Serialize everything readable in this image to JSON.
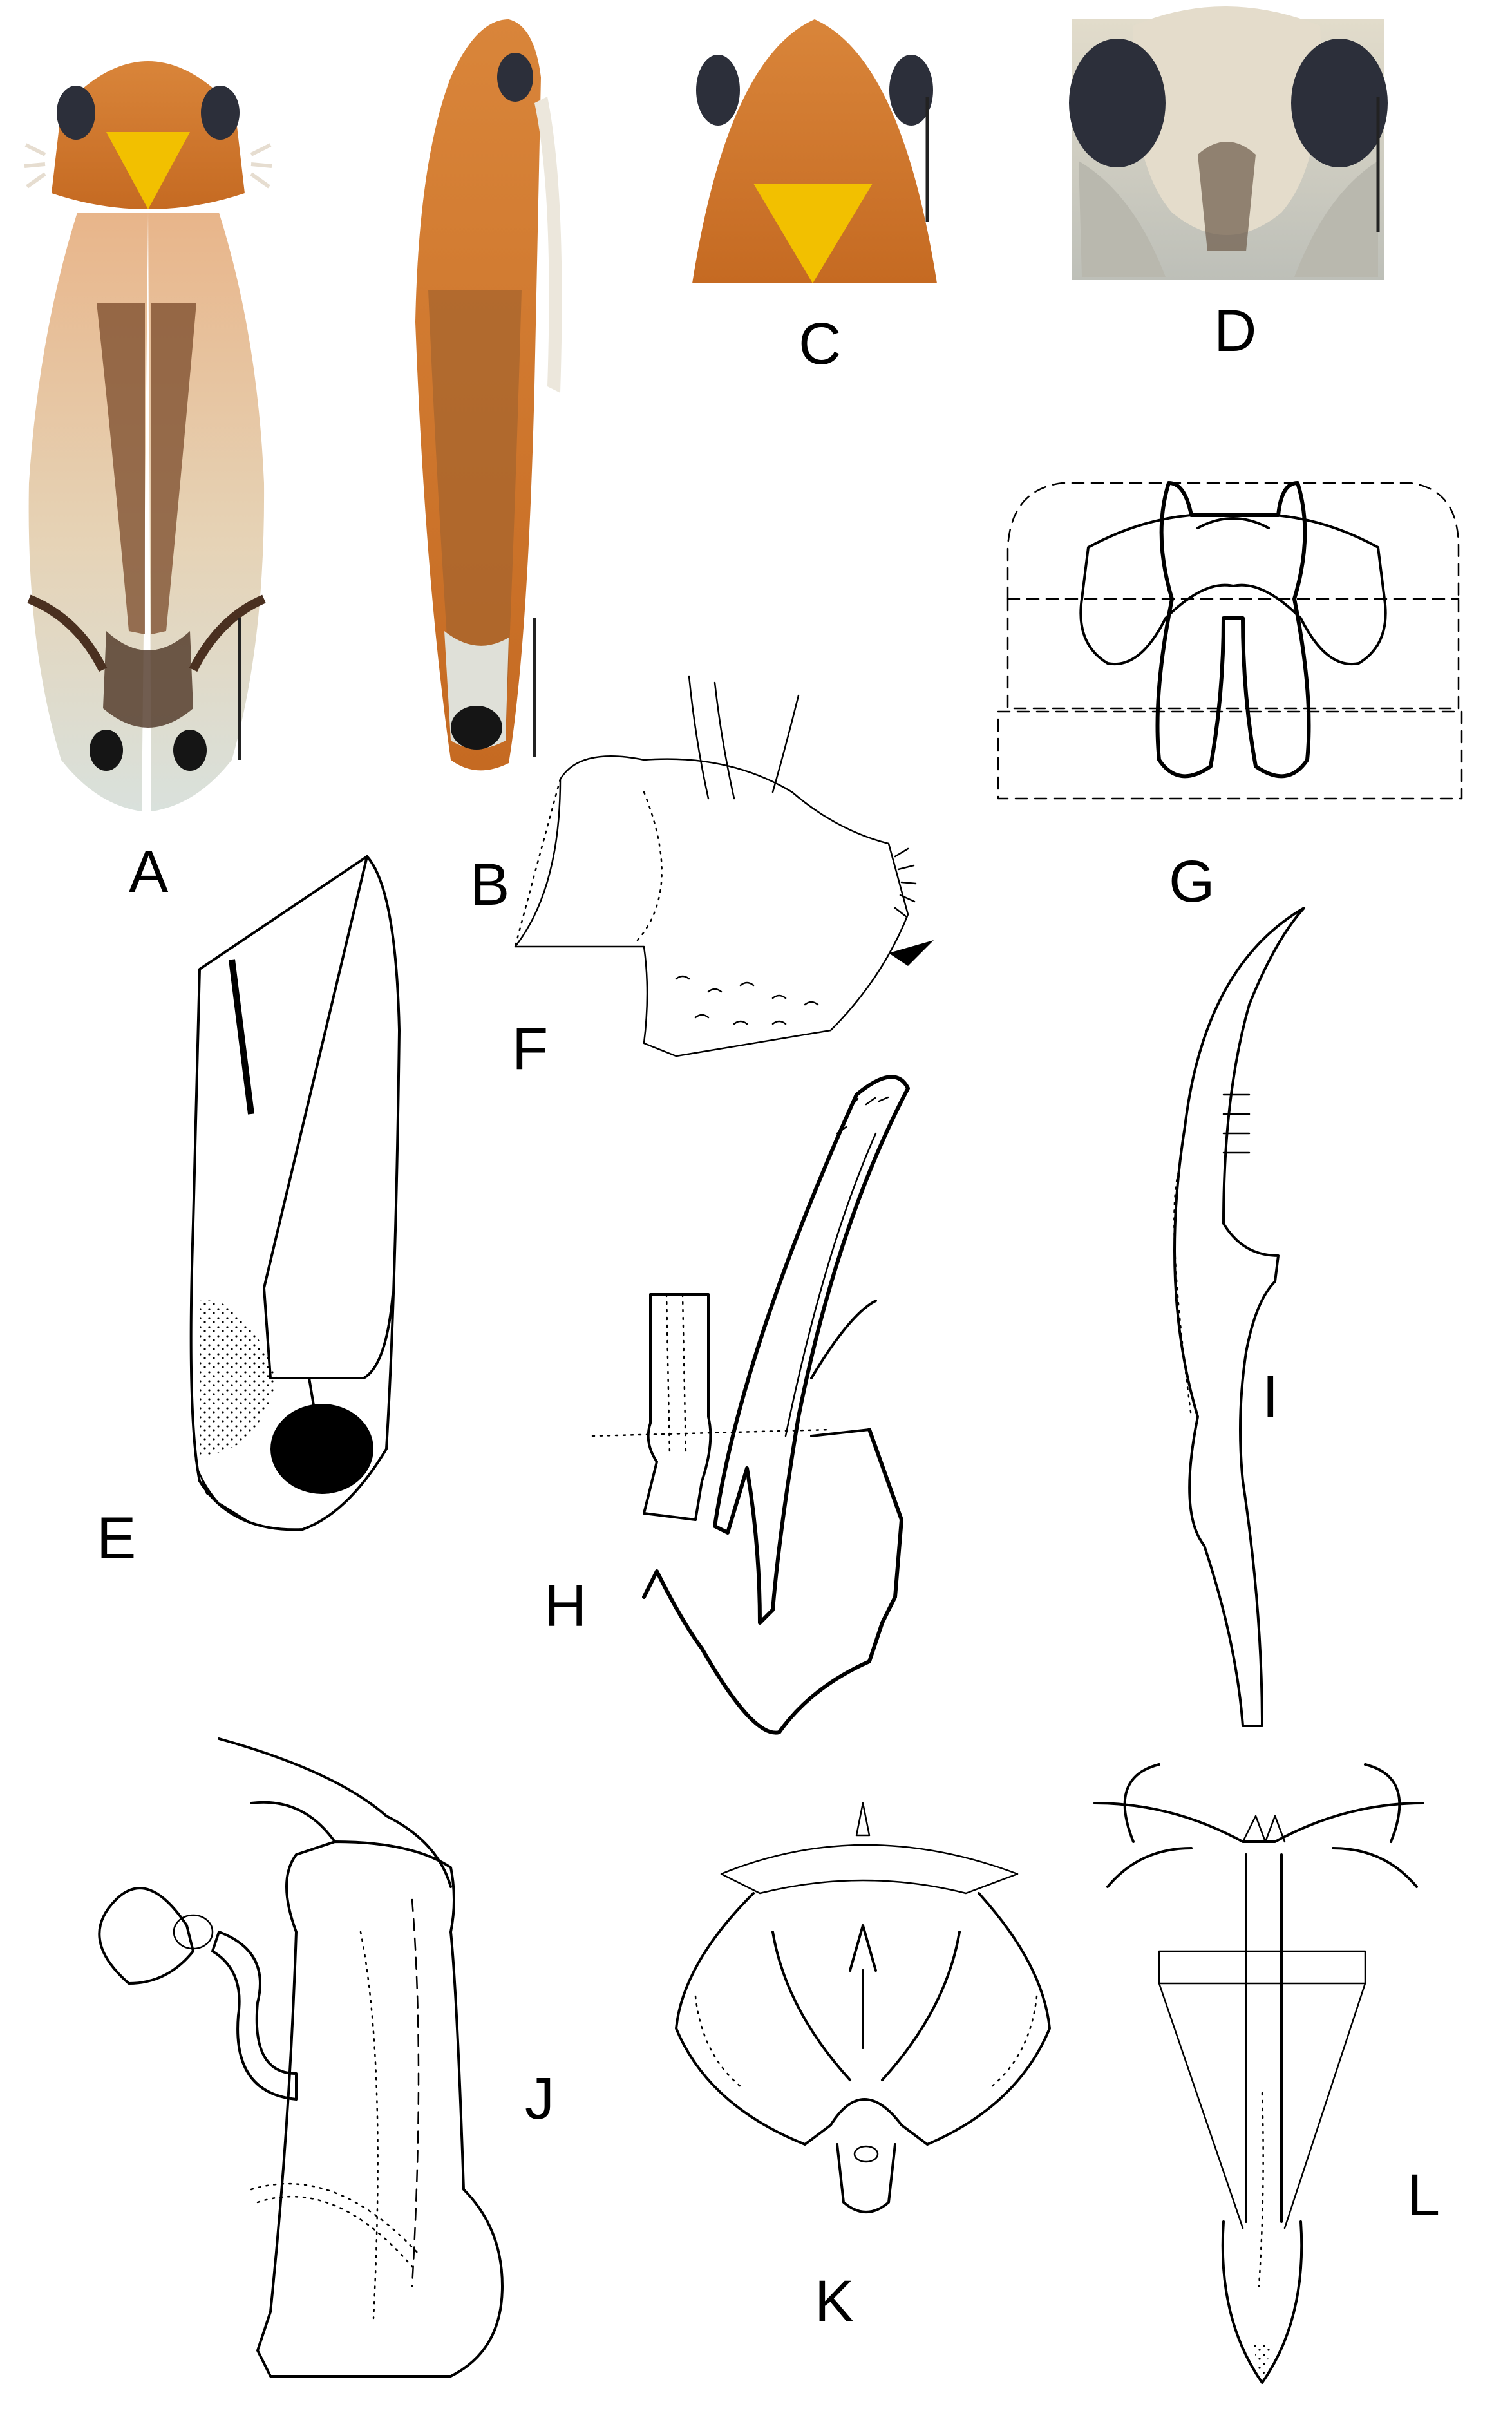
{
  "figure": {
    "panels": [
      {
        "id": "A",
        "label": "A",
        "kind": "photo-dorsal-habitus"
      },
      {
        "id": "B",
        "label": "B",
        "kind": "photo-lateral-habitus"
      },
      {
        "id": "C",
        "label": "C",
        "kind": "photo-head-thorax-dorsal"
      },
      {
        "id": "D",
        "label": "D",
        "kind": "photo-face-ventral"
      },
      {
        "id": "E",
        "label": "E",
        "kind": "drawing-forewing"
      },
      {
        "id": "F",
        "label": "F",
        "kind": "drawing-pygofer-lateral"
      },
      {
        "id": "G",
        "label": "G",
        "kind": "drawing-abdominal-apodemes"
      },
      {
        "id": "H",
        "label": "H",
        "kind": "drawing-genital-capsule"
      },
      {
        "id": "I",
        "label": "I",
        "kind": "drawing-style"
      },
      {
        "id": "J",
        "label": "J",
        "kind": "drawing-aedeagus-lateral"
      },
      {
        "id": "K",
        "label": "K",
        "kind": "drawing-connective"
      },
      {
        "id": "L",
        "label": "L",
        "kind": "drawing-aedeagus-ventral"
      }
    ]
  },
  "colors": {
    "body_orange": "#d27a2c",
    "scutellum_yellow": "#f2c000",
    "wing_pale": "#e9dcc4",
    "wing_dark": "#5a3a22",
    "eye_dark": "#2c2f3a",
    "face_gray": "#c9c6bb"
  }
}
